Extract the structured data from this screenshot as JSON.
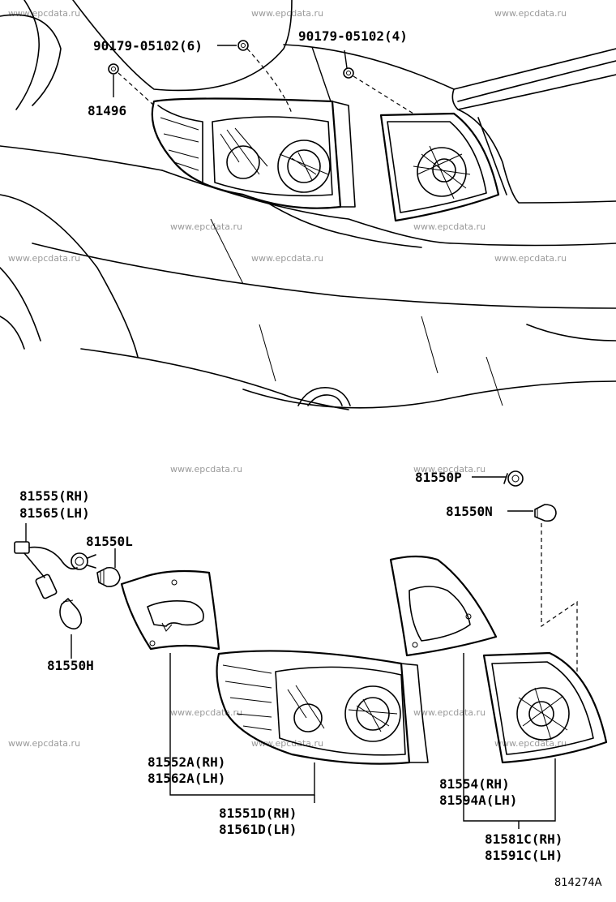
{
  "watermark": "www.epcdata.ru",
  "diagram_code": "814274A",
  "labels": {
    "clip_6": "90179-05102(6)",
    "clip_4": "90179-05102(4)",
    "plate": "81496",
    "socket_rh": "81555(RH)",
    "socket_lh": "81565(LH)",
    "bulb_l": "81550L",
    "bulb_h": "81550H",
    "bulb_p": "81550P",
    "bulb_n": "81550N",
    "gasket_rh": "81552A(RH)",
    "gasket_lh": "81562A(LH)",
    "lens_rh": "81551D(RH)",
    "lens_lh": "81561D(LH)",
    "inner_gasket_rh": "81554(RH)",
    "inner_gasket_lh": "81594A(LH)",
    "inner_lamp_rh": "81581C(RH)",
    "inner_lamp_lh": "81591C(LH)"
  }
}
